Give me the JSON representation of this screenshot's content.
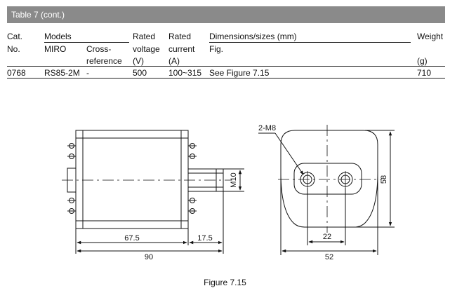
{
  "table": {
    "title": "Table 7 (cont.)",
    "headers": {
      "cat": "Cat.",
      "no": "No.",
      "models": "Models",
      "miro": "MIRO",
      "cross1": "Cross-",
      "cross2": "reference",
      "rated1": "Rated",
      "voltage": "voltage",
      "voltage_unit": "(V)",
      "rated2": "Rated",
      "current": "current",
      "current_unit": "(A)",
      "dims": "Dimensions/sizes (mm)",
      "fig": "Fig.",
      "weight": "Weight",
      "weight_unit": "(g)"
    },
    "row": {
      "cat_no": "0768",
      "miro": "RS85-2M",
      "cross": "-",
      "voltage": "500",
      "current": "100~315",
      "fig": "See Figure  7.15",
      "weight": "710"
    }
  },
  "figure": {
    "caption": "Figure 7.15",
    "dim_67_5": "67.5",
    "dim_17_5": "17.5",
    "dim_90": "90",
    "dim_m10": "M10",
    "dim_2m8": "2-M8",
    "dim_58": "58",
    "dim_22": "22",
    "dim_52": "52"
  }
}
